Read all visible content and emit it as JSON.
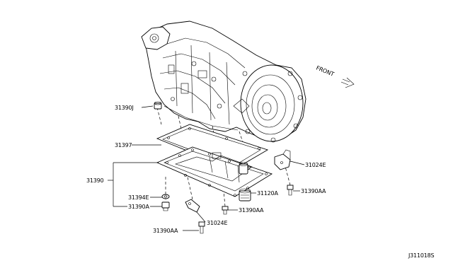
{
  "diagram": {
    "callouts": {
      "p31390J": "31390J",
      "p31397": "31397",
      "p31390": "31390",
      "p31394E": "31394E",
      "p31390A": "31390A",
      "p31390AA_bottom": "31390AA",
      "p31024E_bottom": "31024E",
      "p31390AA_mid": "31390AA",
      "p31120A": "31120A",
      "p31024E_right": "31024E",
      "p31390AA_right": "31390AA"
    },
    "front_label": "FRONT",
    "diagram_id": "J311018S"
  },
  "colors": {
    "line": "#000000",
    "background": "#ffffff"
  },
  "icons": {
    "front_arrow": "front-arrow-icon"
  }
}
